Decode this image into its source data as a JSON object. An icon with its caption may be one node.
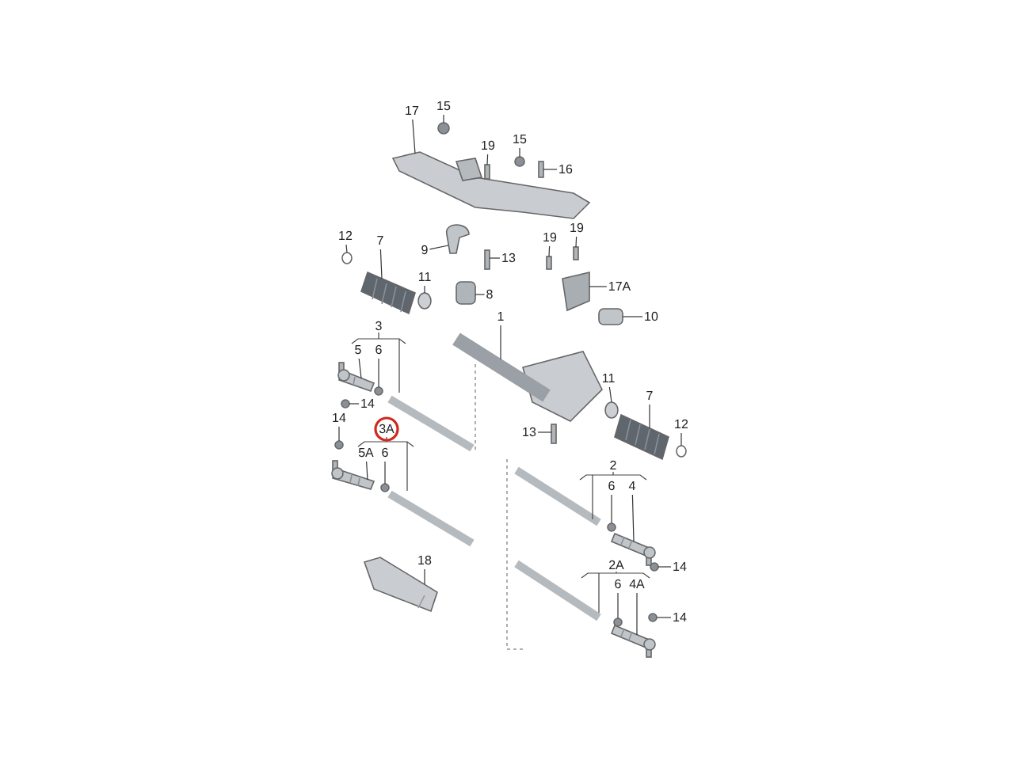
{
  "diagram": {
    "nodes": [
      {
        "text": [
          "17"
        ]
      },
      {
        "text": [
          "15"
        ]
      },
      {
        "text": [
          "19"
        ]
      },
      {
        "text": [
          "15"
        ]
      },
      {
        "text": [
          "16"
        ]
      },
      {
        "text": [
          "12"
        ]
      },
      {
        "text": [
          "7"
        ]
      },
      {
        "text": [
          "9"
        ]
      },
      {
        "text": [
          "11"
        ]
      },
      {
        "text": [
          "13"
        ]
      },
      {
        "text": [
          "8"
        ]
      },
      {
        "text": [
          "19"
        ]
      },
      {
        "text": [
          "19"
        ]
      },
      {
        "text": [
          "17A"
        ]
      },
      {
        "text": [
          "10"
        ]
      },
      {
        "text": [
          "1"
        ]
      },
      {
        "text": [
          "3"
        ]
      },
      {
        "text": [
          "5"
        ]
      },
      {
        "text": [
          "6"
        ]
      },
      {
        "text": [
          "14"
        ]
      },
      {
        "text": [
          "14"
        ]
      },
      {
        "text": [
          "3A"
        ]
      },
      {
        "text": [
          "5A"
        ]
      },
      {
        "text": [
          "6"
        ]
      },
      {
        "text": [
          "11"
        ]
      },
      {
        "text": [
          "7"
        ]
      },
      {
        "text": [
          "12"
        ]
      },
      {
        "text": [
          "13"
        ]
      },
      {
        "text": [
          "2"
        ]
      },
      {
        "text": [
          "6"
        ]
      },
      {
        "text": [
          "4"
        ]
      },
      {
        "text": [
          "14"
        ]
      },
      {
        "text": [
          "18"
        ]
      },
      {
        "text": [
          "2A"
        ]
      },
      {
        "text": [
          "6"
        ]
      },
      {
        "text": [
          "4A"
        ]
      },
      {
        "text": [
          "14"
        ]
      },
      {
        "text": [],
        "shape": "picture"
      },
      {
        "text": [],
        "shape": "circle"
      },
      {
        "text": [],
        "shape": "box"
      },
      {
        "text": [],
        "shape": "circle"
      },
      {
        "text": [],
        "shape": "box"
      },
      {
        "text": [],
        "shape": "circle"
      },
      {
        "text": [],
        "shape": "picture"
      },
      {
        "text": [],
        "shape": "picture"
      },
      {
        "text": [],
        "shape": "circle"
      },
      {
        "text": [],
        "shape": "box"
      },
      {
        "text": [],
        "shape": "picture"
      },
      {
        "text": [],
        "shape": "box"
      },
      {
        "text": [],
        "shape": "box"
      },
      {
        "text": [],
        "shape": "picture"
      },
      {
        "text": [],
        "shape": "picture"
      },
      {
        "text": [],
        "shape": "picture"
      },
      {
        "text": [],
        "shape": "picture"
      },
      {
        "text": [],
        "shape": "circle"
      },
      {
        "text": [],
        "shape": "circle"
      },
      {
        "text": [],
        "shape": "circle"
      },
      {
        "text": [],
        "shape": "picture"
      },
      {
        "text": [],
        "shape": "circle"
      },
      {
        "text": [],
        "shape": "circle"
      },
      {
        "text": [],
        "shape": "picture"
      },
      {
        "text": [],
        "shape": "circle"
      },
      {
        "text": [],
        "shape": "box"
      },
      {
        "text": [],
        "shape": "circle"
      },
      {
        "text": [],
        "shape": "picture"
      },
      {
        "text": [],
        "shape": "circle"
      },
      {
        "text": [],
        "shape": "picture"
      },
      {
        "text": [],
        "shape": "circle"
      },
      {
        "text": [],
        "shape": "picture"
      },
      {
        "text": [],
        "shape": "circle"
      }
    ],
    "edges": [
      {
        "from": 0,
        "to": 37,
        "arrow": "none"
      },
      {
        "from": 1,
        "to": 38,
        "arrow": "none"
      },
      {
        "from": 2,
        "to": 39,
        "arrow": "none"
      },
      {
        "from": 3,
        "to": 40,
        "arrow": "none"
      },
      {
        "from": 4,
        "to": 41,
        "arrow": "none"
      },
      {
        "from": 5,
        "to": 42,
        "arrow": "none"
      },
      {
        "from": 6,
        "to": 43,
        "arrow": "none"
      },
      {
        "from": 7,
        "to": 44,
        "arrow": "none"
      },
      {
        "from": 8,
        "to": 45,
        "arrow": "none"
      },
      {
        "from": 9,
        "to": 46,
        "arrow": "none"
      },
      {
        "from": 10,
        "to": 47,
        "arrow": "none"
      },
      {
        "from": 11,
        "to": 48,
        "arrow": "none"
      },
      {
        "from": 12,
        "to": 49,
        "arrow": "none"
      },
      {
        "from": 13,
        "to": 50,
        "arrow": "none"
      },
      {
        "from": 14,
        "to": 51,
        "arrow": "none"
      },
      {
        "from": 15,
        "to": 52,
        "arrow": "none"
      },
      {
        "from": 17,
        "to": 53,
        "arrow": "none"
      },
      {
        "from": 18,
        "to": 54,
        "arrow": "none"
      },
      {
        "from": 19,
        "to": 55,
        "arrow": "none"
      },
      {
        "from": 20,
        "to": 56,
        "arrow": "none"
      },
      {
        "from": 22,
        "to": 57,
        "arrow": "none"
      },
      {
        "from": 23,
        "to": 58,
        "arrow": "none"
      },
      {
        "from": 24,
        "to": 59,
        "arrow": "none"
      },
      {
        "from": 25,
        "to": 60,
        "arrow": "none"
      },
      {
        "from": 26,
        "to": 61,
        "arrow": "none"
      },
      {
        "from": 27,
        "to": 62,
        "arrow": "none"
      },
      {
        "from": 29,
        "to": 63,
        "arrow": "none"
      },
      {
        "from": 30,
        "to": 64,
        "arrow": "none"
      },
      {
        "from": 31,
        "to": 65,
        "arrow": "none"
      },
      {
        "from": 32,
        "to": 66,
        "arrow": "none"
      },
      {
        "from": 34,
        "to": 67,
        "arrow": "none"
      },
      {
        "from": 35,
        "to": 68,
        "arrow": "none"
      },
      {
        "from": 36,
        "to": 69,
        "arrow": "none"
      }
    ]
  }
}
